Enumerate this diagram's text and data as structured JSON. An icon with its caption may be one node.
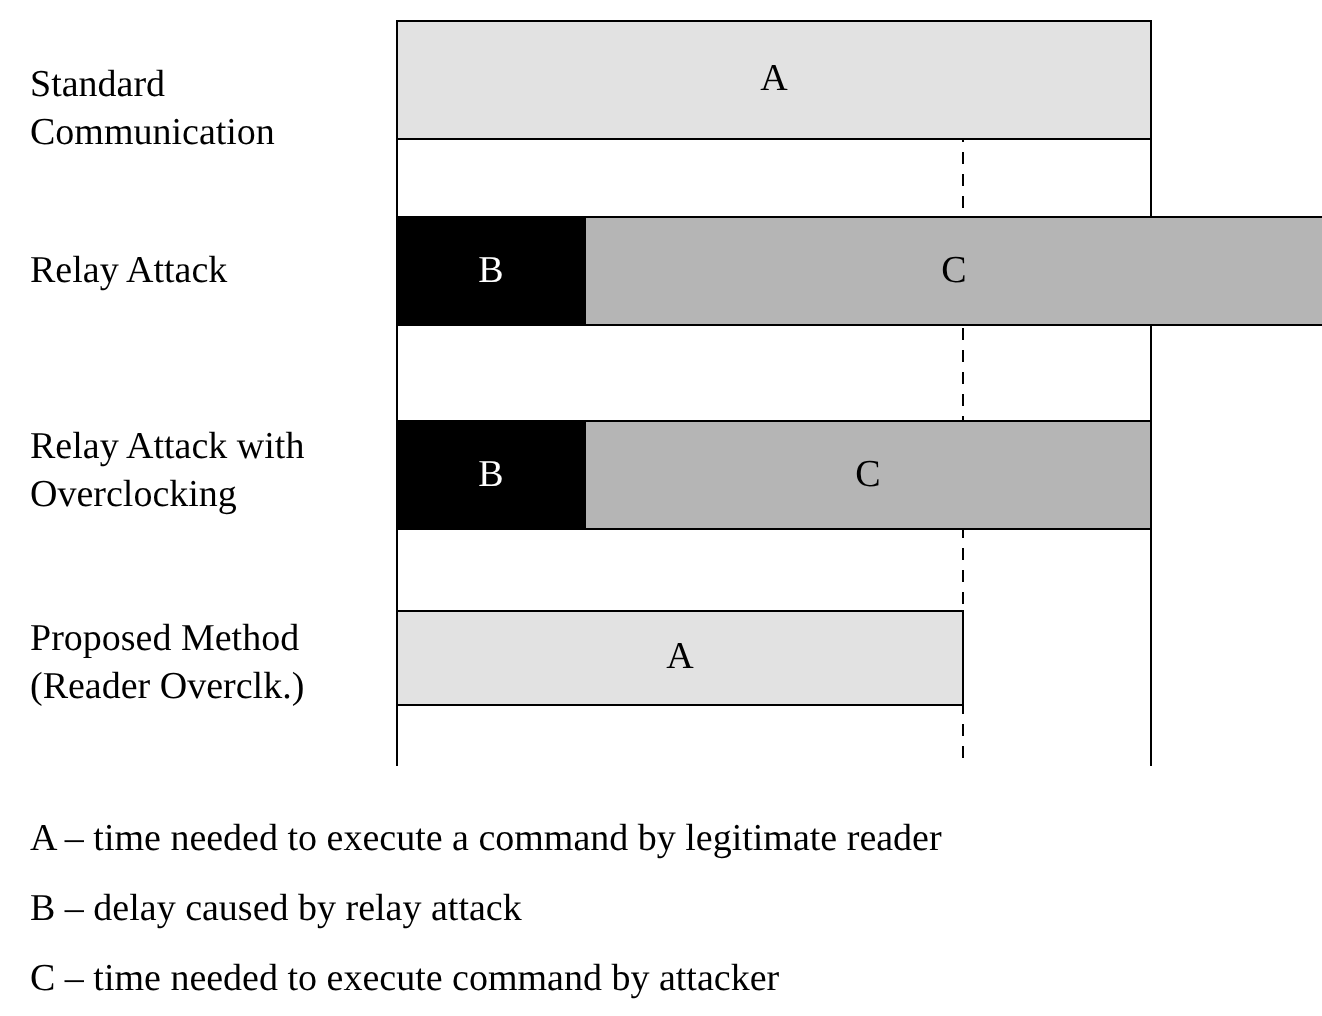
{
  "diagram": {
    "nodes": [
      {
        "text": [
          "A"
        ]
      },
      {
        "text": [
          "B"
        ]
      },
      {
        "text": [
          "C"
        ]
      },
      {
        "text": [
          "B"
        ]
      },
      {
        "text": [
          "C"
        ]
      },
      {
        "text": [
          "A"
        ]
      }
    ],
    "labels": [
      "Standard Communication",
      "Relay Attack",
      "Relay Attack with Overclocking",
      "Proposed Method (Reader Overclk.)",
      "A – time needed to execute a command by legitimate reader",
      "B – delay caused by relay attack",
      "C – time needed to execute command by attacker"
    ]
  }
}
